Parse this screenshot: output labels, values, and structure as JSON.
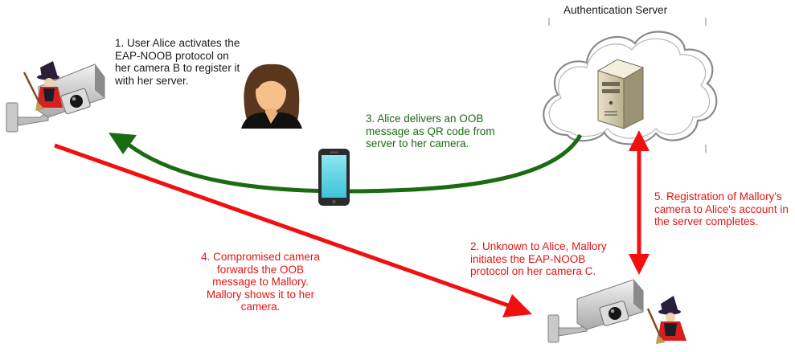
{
  "title": "Authentication Server",
  "colors": {
    "green": "#1b6b12",
    "red": "#f01010",
    "text": "#1a1a1a"
  },
  "icons": [
    "security-camera-icon",
    "witch-icon",
    "woman-avatar-icon",
    "smartphone-icon",
    "server-tower-icon",
    "cloud-icon"
  ],
  "steps": {
    "step1": [
      "1. User Alice activates the",
      "EAP-NOOB protocol on",
      "her camera B to register it",
      "with her server."
    ],
    "step2": [
      "2. Unknown to Alice, Mallory",
      "initiates the EAP-NOOB",
      "protocol on her camera C."
    ],
    "step3": [
      "3.  Alice delivers an OOB",
      "message as QR code from",
      "server to her camera."
    ],
    "step4": [
      "4. Compromised camera",
      "forwards the OOB",
      "message to Mallory.",
      "Mallory shows it to her",
      "camera."
    ],
    "step5": [
      "5. Registration of Mallory's",
      "camera to Alice's account in",
      "the server completes."
    ]
  }
}
